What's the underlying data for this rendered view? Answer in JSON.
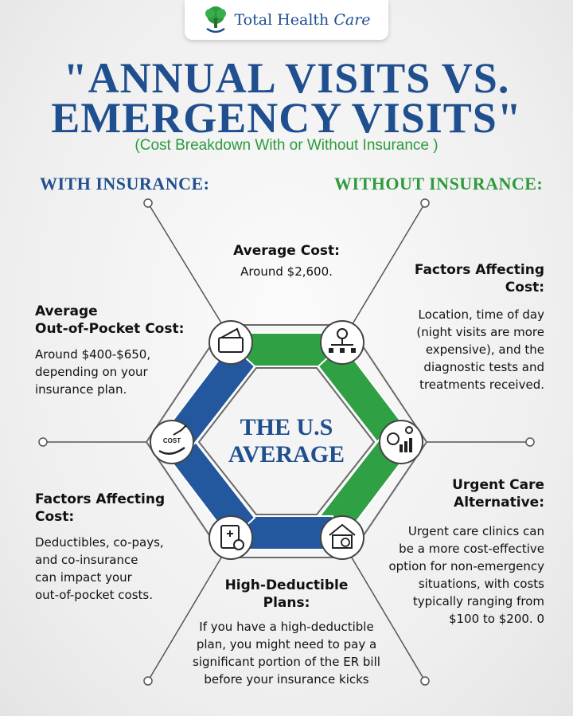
{
  "brand": {
    "name_main": "Total Health",
    "name_script": "Care"
  },
  "title": {
    "line1": "\"ANNUAL VISITS VS.",
    "line2": "EMERGENCY VISITS\"",
    "subtitle": "(Cost Breakdown With or Without Insurance )"
  },
  "with_insurance": {
    "heading": "WITH INSURANCE:",
    "out_of_pocket": {
      "title_line1": "Average",
      "title_line2": "Out-of-Pocket Cost:",
      "body": [
        "Around $400-$650,",
        "depending on your",
        "insurance plan."
      ]
    },
    "factors": {
      "title_line1": "Factors Affecting",
      "title_line2": "Cost:",
      "body": [
        "Deductibles, co-pays,",
        "and co-insurance",
        "can impact your",
        "out-of-pocket costs."
      ]
    }
  },
  "without_insurance": {
    "heading": "WITHOUT INSURANCE:",
    "factors": {
      "title_line1": "Factors Affecting",
      "title_line2": "Cost:",
      "body": [
        "Location, time of day",
        "(night visits are more",
        "expensive), and the",
        "diagnostic tests and",
        "treatments received."
      ]
    },
    "urgent_care": {
      "title_line1": "Urgent Care",
      "title_line2": "Alternative:",
      "body": [
        "Urgent care clinics can",
        "be a more cost-effective",
        "option for non-emergency",
        "situations, with costs",
        "typically ranging from",
        "$100 to $200. 0"
      ]
    }
  },
  "average_cost": {
    "title": "Average Cost:",
    "body": "Around $2,600."
  },
  "high_deductible": {
    "title_line1": "High-Deductible",
    "title_line2": "Plans:",
    "body": [
      "If you have a high-deductible",
      "plan, you might need to pay a",
      "significant portion of the ER bill",
      "before your insurance kicks"
    ]
  },
  "center": {
    "line1": "THE U.S",
    "line2": "AVERAGE"
  },
  "icons": {
    "cost_label": "COST"
  },
  "colors": {
    "blue": "#1f4f8f",
    "green": "#2d9a3c",
    "segment_blue": "#23579e",
    "segment_green": "#2fa043"
  }
}
